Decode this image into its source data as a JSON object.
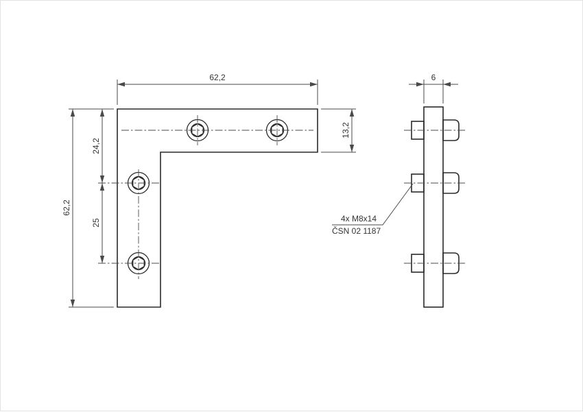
{
  "colors": {
    "outline": "#2a2a2a",
    "line": "#4a4a4a",
    "text": "#333333",
    "background": "#ffffff"
  },
  "front_view": {
    "width": "62,2",
    "overall_height": "62,2",
    "hole_offset_top": "24,2",
    "hole_spacing": "25",
    "arm_height": "13,2"
  },
  "side_view": {
    "thickness": "6"
  },
  "annotation": {
    "quantity_spec": "4x M8x14",
    "standard": "ČSN 02 1187"
  }
}
